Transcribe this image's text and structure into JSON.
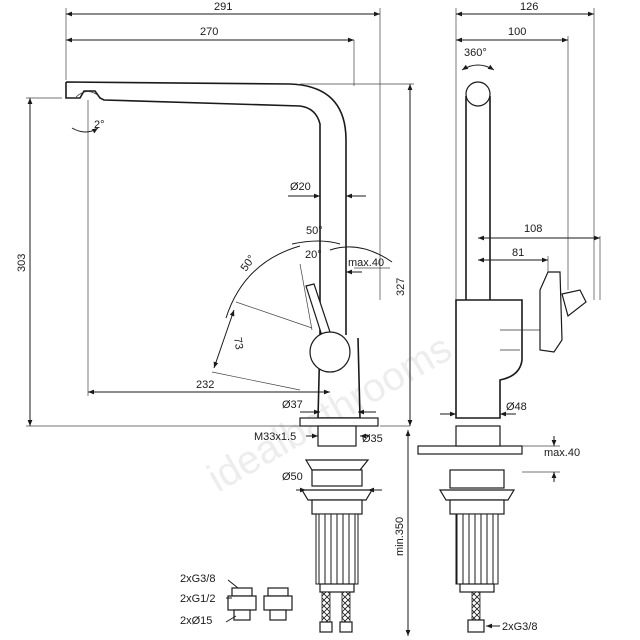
{
  "watermark": "idealbathrooms",
  "dimensions": {
    "d291": "291",
    "d270": "270",
    "d126": "126",
    "d100": "100",
    "rot360": "360°",
    "angle2": "2°",
    "d303": "303",
    "d327": "327",
    "dia20": "Ø20",
    "a50a": "50°",
    "a50b": "50°",
    "a20": "20°",
    "max40a": "max.40",
    "d73": "73",
    "d232": "232",
    "dia37": "Ø37",
    "thread": "M33x1.5",
    "dia35": "Ø35",
    "dia50": "Ø50",
    "d108": "108",
    "d81": "81",
    "dia48": "Ø48",
    "max40b": "max.40",
    "min350": "min.350",
    "g38a": "2xG3/8",
    "g12": "2xG1/2",
    "dia15": "2xØ15",
    "g38b": "2xG3/8"
  }
}
